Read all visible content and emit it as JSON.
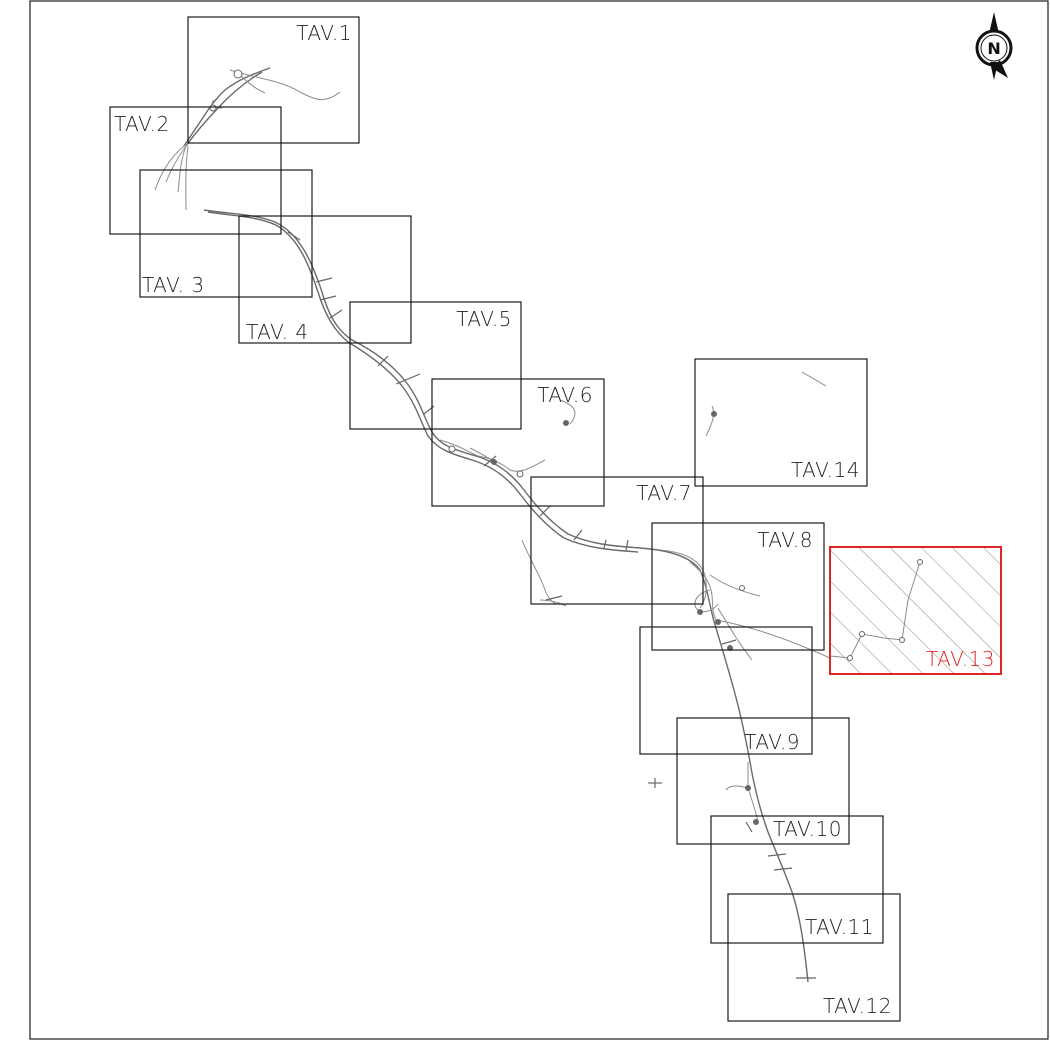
{
  "sheets": [
    {
      "label": "TAV.1"
    },
    {
      "label": "TAV.2"
    },
    {
      "label": "TAV. 3"
    },
    {
      "label": "TAV. 4"
    },
    {
      "label": "TAV.5"
    },
    {
      "label": "TAV.6"
    },
    {
      "label": "TAV.7"
    },
    {
      "label": "TAV.8"
    },
    {
      "label": "TAV.9"
    },
    {
      "label": "TAV.10"
    },
    {
      "label": "TAV.11"
    },
    {
      "label": "TAV.12"
    },
    {
      "label": "TAV.13",
      "highlighted": true
    },
    {
      "label": "TAV.14"
    }
  ],
  "north_arrow": {
    "letter": "N",
    "icon": "north-arrow-icon"
  },
  "colors": {
    "highlight": "#e02424",
    "frame": "#1a1a1a",
    "route": "#6a6a6a"
  }
}
